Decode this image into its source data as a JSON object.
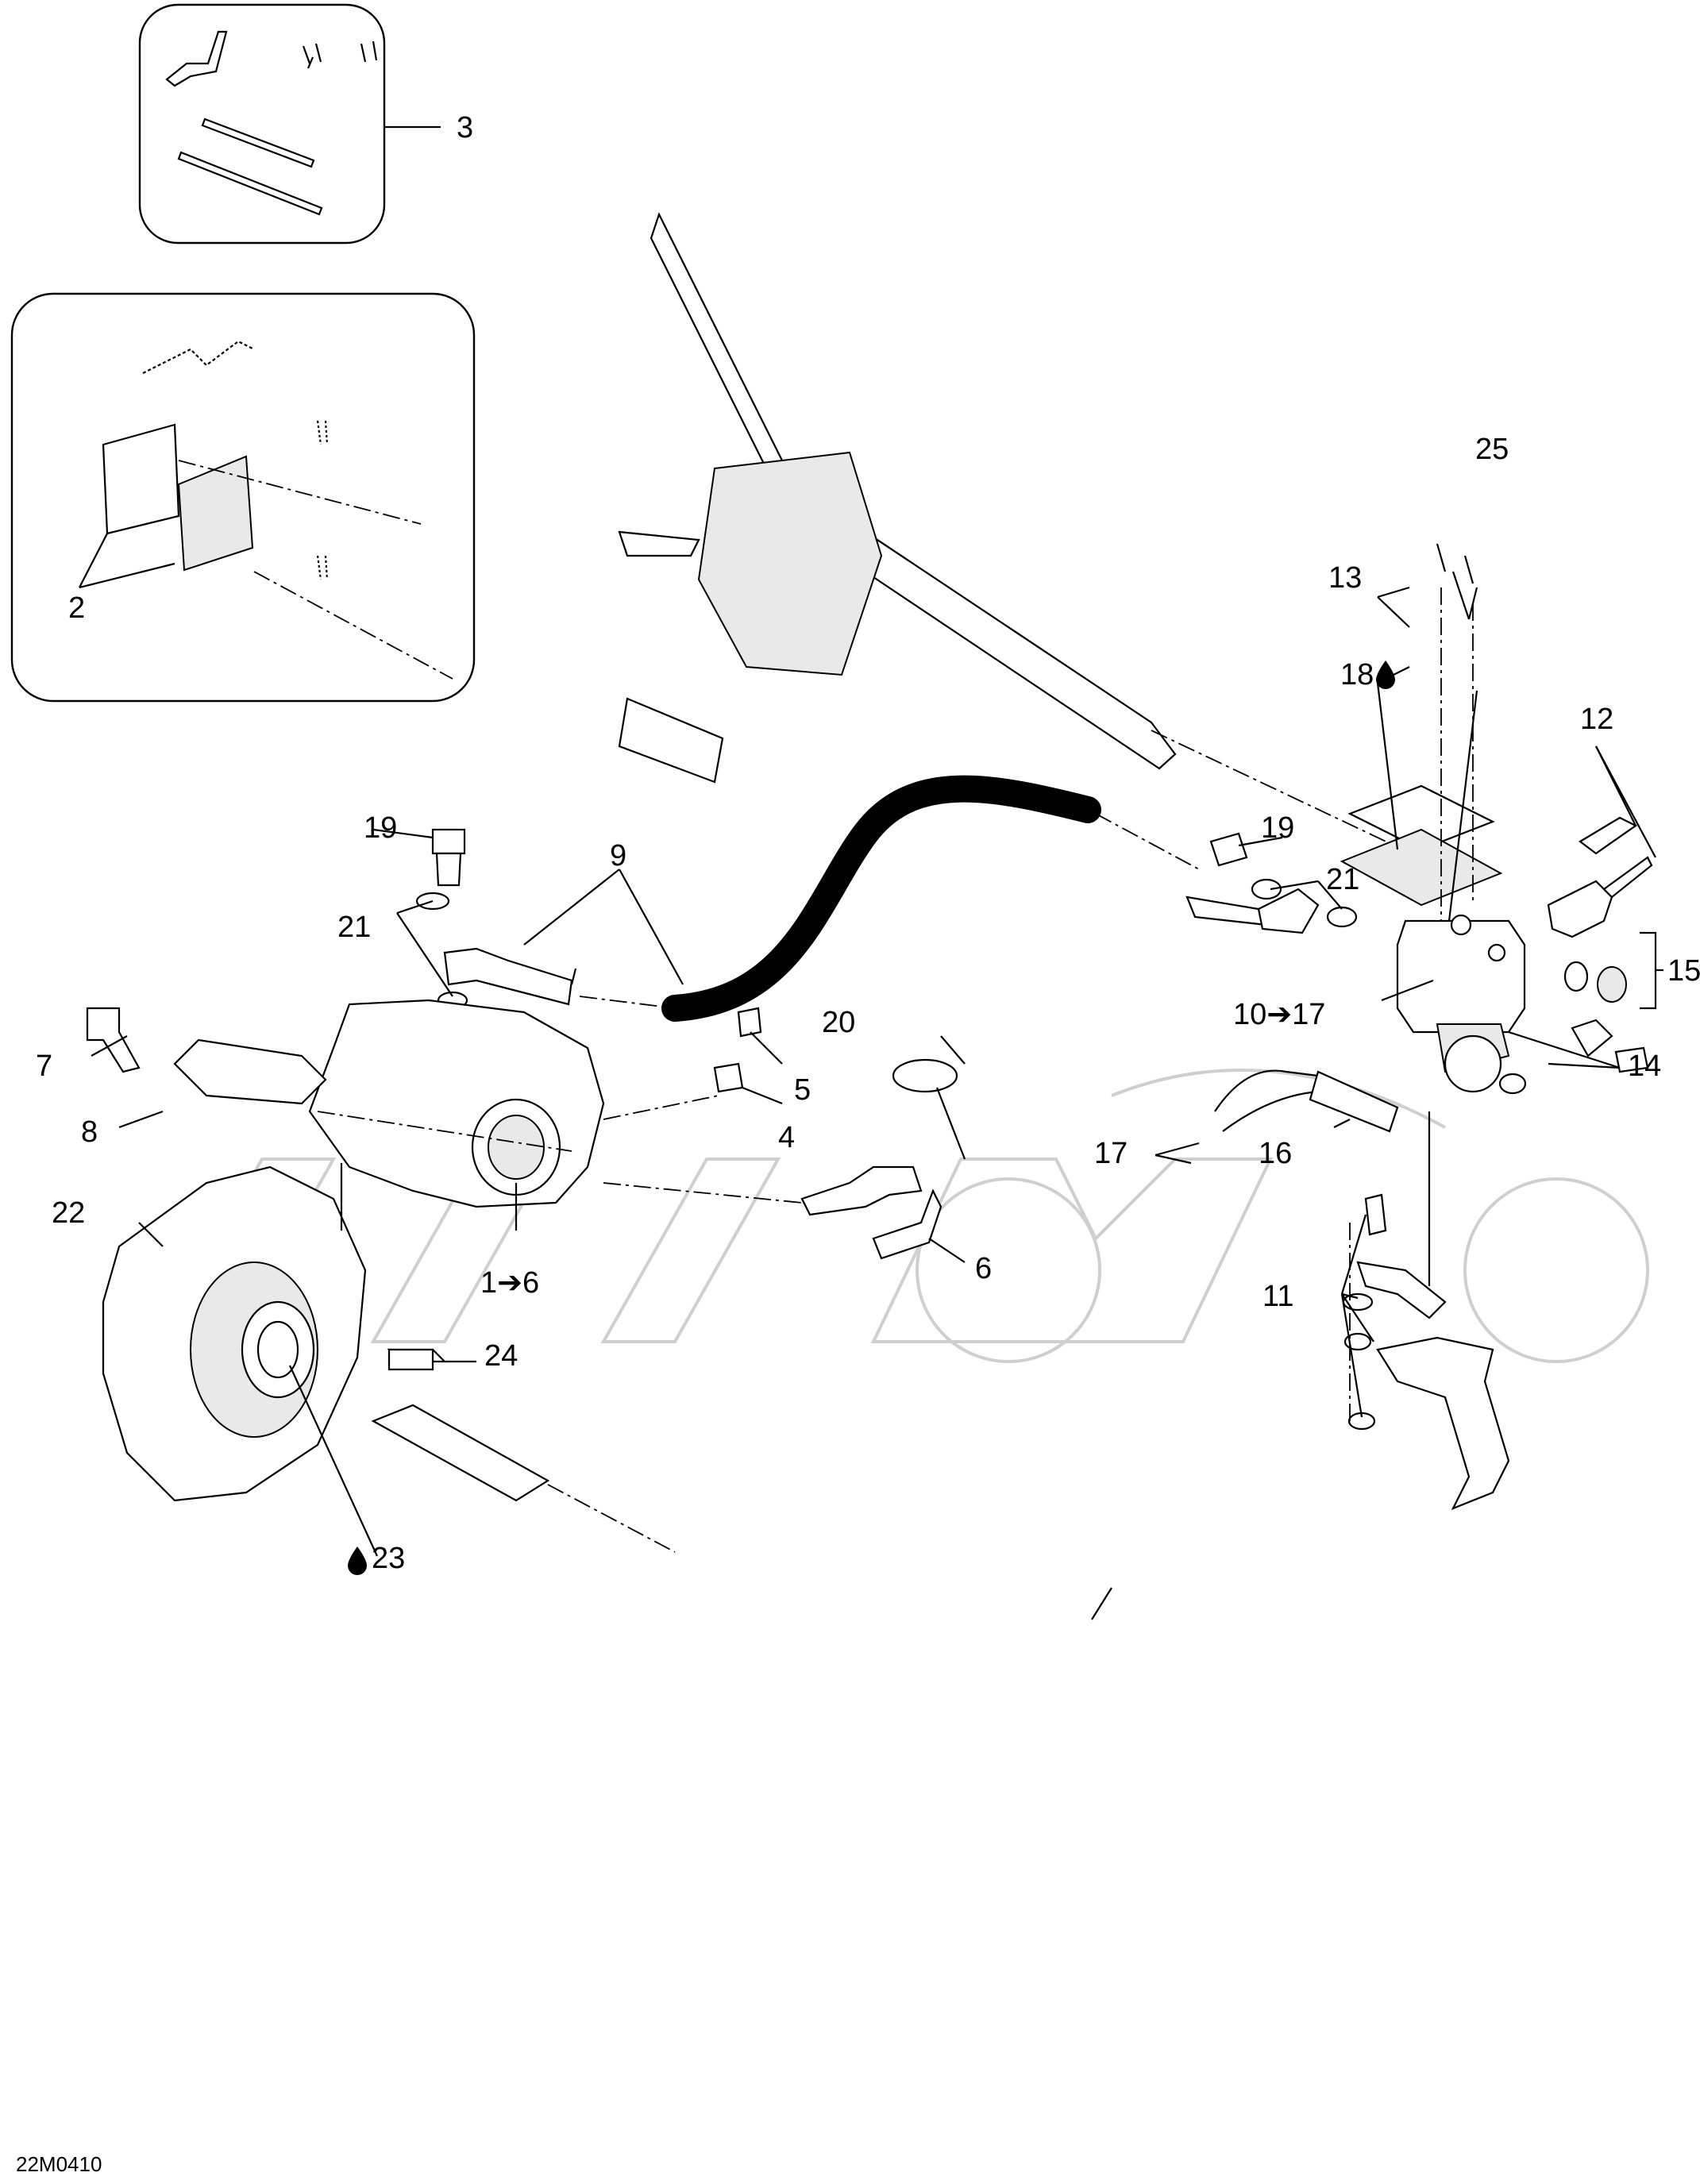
{
  "diagram_code": "22M0410",
  "callouts": {
    "c1": "1",
    "c1_to": "6",
    "c2": "2",
    "c3": "3",
    "c4": "4",
    "c5": "5",
    "c6": "6",
    "c7": "7",
    "c8": "8",
    "c9": "9",
    "c10": "10",
    "c10_to": "17",
    "c11": "11",
    "c12": "12",
    "c13": "13",
    "c14": "14",
    "c15": "15",
    "c16": "16",
    "c17": "17",
    "c18": "18",
    "c19a": "19",
    "c19b": "19",
    "c20": "20",
    "c21a": "21",
    "c21b": "21",
    "c22": "22",
    "c23": "23",
    "c24": "24",
    "c25": "25"
  },
  "symbols": {
    "arrow": "➔",
    "fluid": "drop-icon"
  }
}
